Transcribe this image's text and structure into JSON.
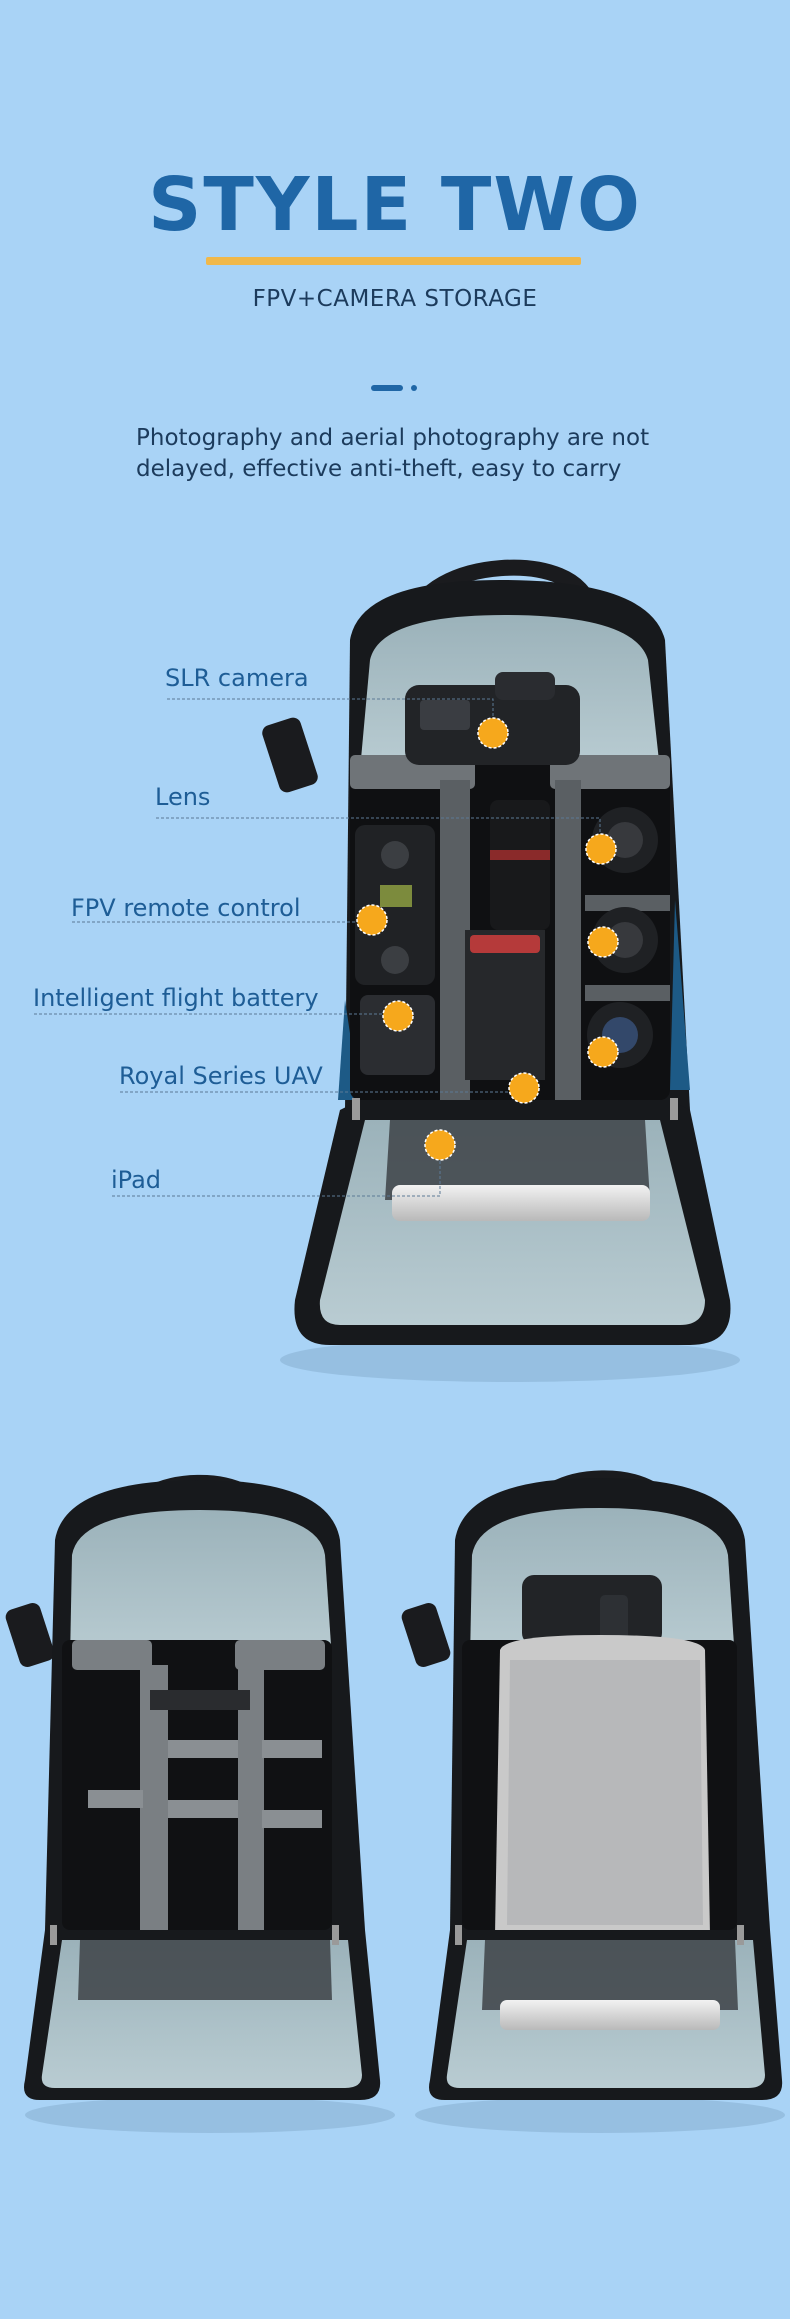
{
  "header": {
    "title": "STYLE TWO",
    "subtitle": "FPV+CAMERA STORAGE",
    "description_line1": "Photography and aerial photography are not",
    "description_line2": "delayed, effective anti-theft, easy to carry"
  },
  "callouts": [
    {
      "label": "SLR camera"
    },
    {
      "label": "Lens"
    },
    {
      "label": "FPV remote control"
    },
    {
      "label": "Intelligent flight battery"
    },
    {
      "label": "Royal Series UAV"
    },
    {
      "label": "iPad"
    }
  ],
  "colors": {
    "background": "#a9d3f6",
    "title": "#1f66a6",
    "underline": "#f0b84a",
    "marker": "#f6a81c",
    "backpack_shell": "#17191c",
    "backpack_lining": "#a6bcc4",
    "divider": "#6f7478"
  },
  "icons": [
    "marker-dot-icon"
  ]
}
